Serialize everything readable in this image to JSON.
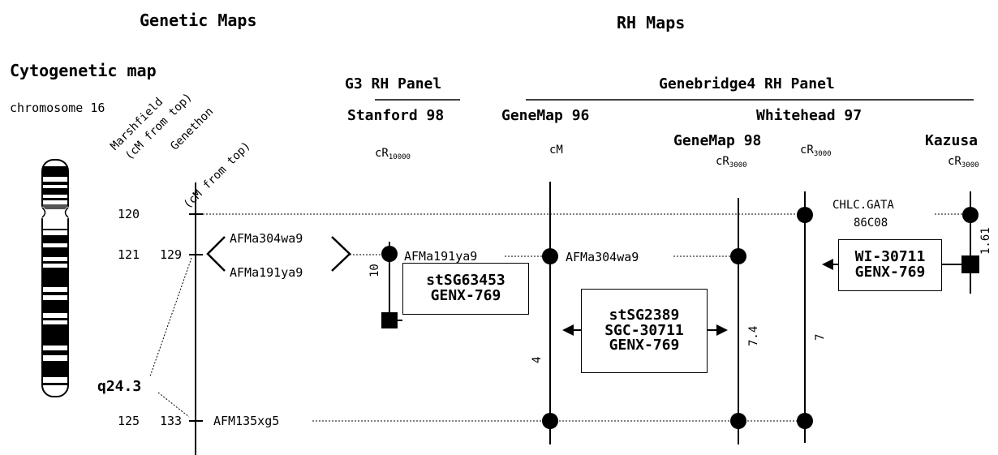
{
  "headers": {
    "genetic_maps": "Genetic Maps",
    "rh_maps": "RH Maps",
    "cytogenetic_map": "Cytogenetic map",
    "chromosome": "chromosome 16",
    "marshfield": "Marshfield",
    "marshfield_unit": "(cM from top)",
    "genethon": "Genethon",
    "genethon_unit": "(cM from top)",
    "g3_panel": "G3 RH Panel",
    "genebridge_panel": "Genebridge4 RH Panel",
    "stanford": "Stanford 98",
    "genemap96": "GeneMap 96",
    "whitehead": "Whitehead 97",
    "genemap98": "GeneMap 98",
    "kazusa": "Kazusa"
  },
  "units": {
    "stanford_base": "cR",
    "stanford_sub": "10000",
    "genemap96": "cM",
    "genemap98_base": "cR",
    "genemap98_sub": "3000",
    "whitehead_base": "cR",
    "whitehead_sub": "3000",
    "kazusa_base": "cR",
    "kazusa_sub": "3000"
  },
  "band": "q24.3",
  "positions": {
    "marshfield_120": "120",
    "marshfield_121": "121",
    "genethon_129": "129",
    "marshfield_125": "125",
    "genethon_133": "133"
  },
  "markers": {
    "afma304wa9_left": "AFMa304wa9",
    "afma191ya9_left": "AFMa191ya9",
    "afma191ya9_stanford": "AFMa191ya9",
    "afma304wa9_genemap": "AFMa304wa9",
    "afm135xg5": "AFM135xg5",
    "chlc_line1": "CHLC.GATA",
    "chlc_line2": "86C08"
  },
  "distances": {
    "stanford": "10",
    "genemap96": "4",
    "genemap98": "7.4",
    "whitehead": "7",
    "kazusa": "1.61"
  },
  "boxes": {
    "stanford": {
      "line1": "stSG63453",
      "line2": "GENX-769"
    },
    "middle": {
      "line1": "stSG2389",
      "line2": "SGC-30711",
      "line3": "GENX-769"
    },
    "kazusa": {
      "line1": "WI-30711",
      "line2": "GENX-769"
    }
  }
}
